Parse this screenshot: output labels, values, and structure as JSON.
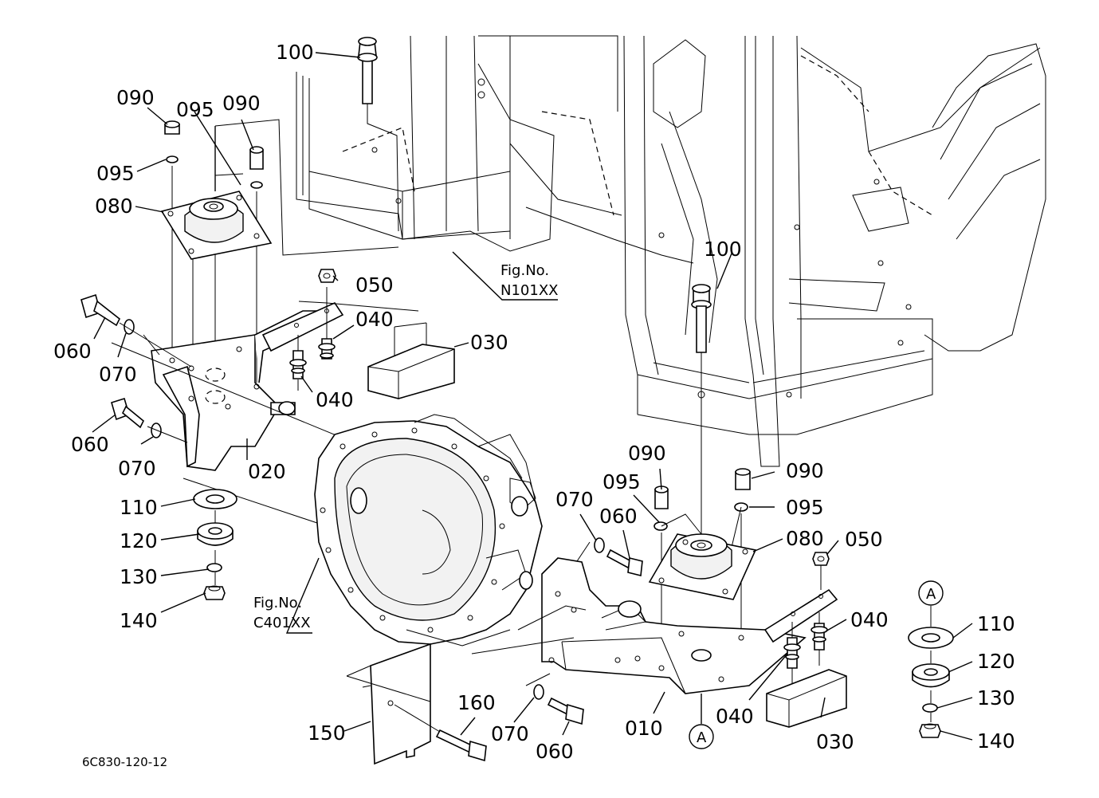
{
  "labels": {
    "p010": "010",
    "p020": "020",
    "p030_a": "030",
    "p030_b": "030",
    "p040_a": "040",
    "p040_b": "040",
    "p040_c": "040",
    "p040_d": "040",
    "p050_a": "050",
    "p050_b": "050",
    "p060_a": "060",
    "p060_b": "060",
    "p060_c": "060",
    "p060_d": "060",
    "p070_a": "070",
    "p070_b": "070",
    "p070_c": "070",
    "p070_d": "070",
    "p080_a": "080",
    "p080_b": "080",
    "p090_a": "090",
    "p090_b": "090",
    "p090_c": "090",
    "p090_d": "090",
    "p095_a": "095",
    "p095_b": "095",
    "p095_c": "095",
    "p095_d": "095",
    "p100_a": "100",
    "p100_b": "100",
    "p110_a": "110",
    "p110_b": "110",
    "p120_a": "120",
    "p120_b": "120",
    "p130_a": "130",
    "p130_b": "130",
    "p140_a": "140",
    "p140_b": "140",
    "p150": "150",
    "p160": "160"
  },
  "references": {
    "fig_caption_1": "Fig.No.",
    "fig_number_1": "N101XX",
    "fig_caption_2": "Fig.No.",
    "fig_number_2": "C401XX",
    "detail_marker_1": "A",
    "detail_marker_2": "A"
  },
  "diagram_code": "6C830-120-12"
}
